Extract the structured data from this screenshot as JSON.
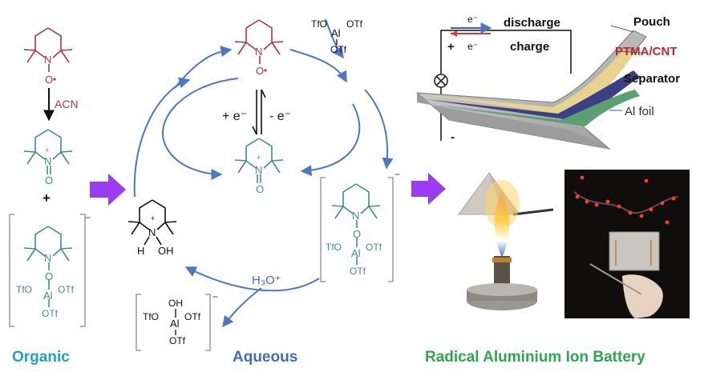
{
  "colors": {
    "red_molecule": "#b0344a",
    "teal_molecule": "#3e8f8c",
    "arrow_blue": "#4a78c4",
    "purple_arrow": "#9b3cf0",
    "organic": "#1fa0d0",
    "aqueous": "#3f6fb8",
    "battery": "#2aa84a",
    "ptma": "#c0262c"
  },
  "organic": {
    "title": "Organic",
    "reagent": "ACN",
    "plus": "+",
    "cation_charge": "+",
    "n_label": "N",
    "o_label": "O",
    "complex_charge": "−",
    "al": "Al",
    "tfo": "TfO",
    "otf": "OTf"
  },
  "aqueous": {
    "title": "Aqueous",
    "reduction": "+ e⁻",
    "oxidation": "- e⁻",
    "acid": "H₃O⁺",
    "n_label": "N",
    "o_label": "O",
    "h_label": "H",
    "oh_label": "OH",
    "plus": "+",
    "minus": "−",
    "al": "Al",
    "tfo": "TfO",
    "otf": "OTf"
  },
  "battery": {
    "title": "Radical Aluminium Ion Battery",
    "discharge": "discharge",
    "charge": "charge",
    "e_label": "e⁻",
    "plus_terminal": "+",
    "minus_terminal": "-",
    "layers": [
      "Pouch",
      "PTMA/CNT",
      "Separator",
      "Al foil"
    ]
  },
  "icons": {
    "bulb": "lamp-x-icon",
    "arrow": "purple-arrow-icon"
  }
}
